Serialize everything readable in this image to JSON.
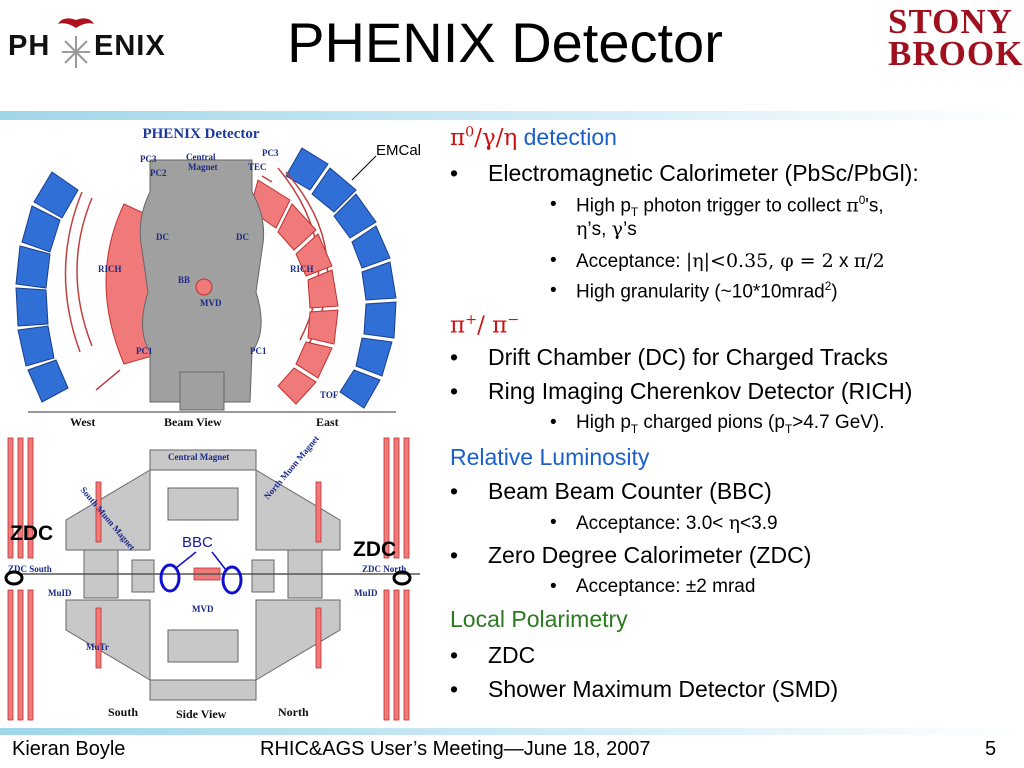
{
  "header": {
    "logo_left": {
      "part1": "PH",
      "part2": "ENIX"
    },
    "title": "PHENIX Detector",
    "logo_right": {
      "row1": "STONY",
      "row2": "BROOK"
    }
  },
  "figure": {
    "top_title": "PHENIX Detector",
    "beam_view": "Beam View",
    "west": "West",
    "east": "East",
    "side_view": "Side View",
    "south": "South",
    "north": "North",
    "central_magnet_top": "Central\nMagnet",
    "central_magnet_side": "Central Magnet",
    "pc3_left": "PC3",
    "pc2_left": "PC2",
    "pc3_right": "PC3",
    "tec": "TEC",
    "dc_left": "DC",
    "dc_right": "DC",
    "rich_left": "RICH",
    "rich_right": "RICH",
    "bb": "BB",
    "mvd": "MVD",
    "pc1_left": "PC1",
    "pc1_right": "PC1",
    "tof": "TOF",
    "south_muon_magnet": "South Muon Magnet",
    "north_muon_magnet": "North Muon Magnet",
    "zdc_south": "ZDC South",
    "zdc_north": "ZDC North",
    "muid_left": "MuID",
    "muid_right": "MuID",
    "mutr": "MuTr",
    "mvd_side": "MVD",
    "emcal_callout": "EMCal",
    "zdc_label_left": "ZDC",
    "zdc_label_right": "ZDC",
    "bbc_label": "BBC"
  },
  "content": {
    "sec1_title": "detection",
    "sec1_items": [
      "Electromagnetic Calorimeter (PbSc/PbGl):"
    ],
    "sec1_sub1_a": "High p",
    "sec1_sub1_b": " photon trigger to collect ",
    "sec1_sub1_c": "'s,",
    "sec1_sub1_d": "’s, ",
    "sec1_sub1_e": "’s",
    "sec1_sub2_a": "Acceptance: ",
    "sec1_sub2_b": " x ",
    "sec1_sub3": "High granularity (~10*10mrad",
    "sec2_items": [
      "Drift Chamber (DC) for Charged Tracks",
      "Ring Imaging Cherenkov Detector (RICH)"
    ],
    "sec2_sub1_a": "High p",
    "sec2_sub1_b": " charged pions (p",
    "sec2_sub1_c": ">4.7 GeV).",
    "sec3_title": "Relative Luminosity",
    "sec3_items": [
      "Beam Beam Counter (BBC)",
      "Zero Degree Calorimeter (ZDC)"
    ],
    "sec3_sub1": "Acceptance: 3.0< ",
    "sec3_sub1_b": "<3.9",
    "sec3_sub2": "Acceptance: ±2 mrad",
    "sec4_title": "Local Polarimetry",
    "sec4_items": [
      "ZDC",
      "Shower Maximum Detector (SMD)"
    ]
  },
  "footer": {
    "author": "Kieran Boyle",
    "meeting": "RHIC&AGS User’s Meeting—June 18, 2007",
    "page": "5"
  },
  "colors": {
    "accent_blue": "#1a5fcc",
    "accent_green": "#2a7a1f",
    "accent_red": "#cc1111",
    "emcal_blue": "#2f6fd6",
    "rich_red": "#f07a7a",
    "frame_gray": "#9a9a9a",
    "brand_red": "#a00f1e"
  }
}
